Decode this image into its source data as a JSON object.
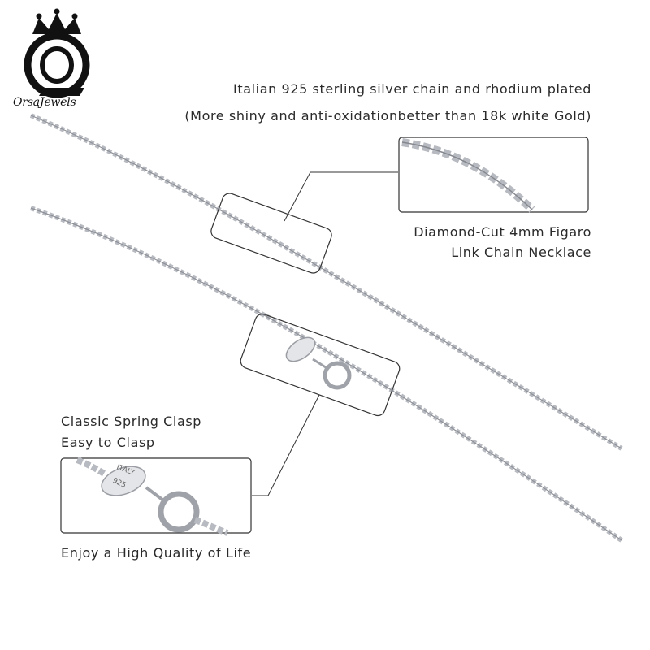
{
  "brand": {
    "name": "OrsaJewels",
    "logo_icon": "crown-o-logo-icon"
  },
  "headline": {
    "line1": "Italian 925 sterling silver chain and rhodium plated",
    "line2": "(More shiny and anti-oxidationbetter than 18k white Gold)"
  },
  "callouts": {
    "figaro": {
      "line1": "Diamond-Cut 4mm Figaro",
      "line2": "Link Chain Necklace"
    },
    "clasp": {
      "line1": "Classic Spring Clasp",
      "line2": "Easy to Clasp"
    },
    "tagline": "Enjoy a High Quality of Life"
  },
  "clasp_tag_text": {
    "line1": "ITALY",
    "line2": "925"
  },
  "colors": {
    "chain": "#b9bcc2",
    "chain_dark": "#7d8087",
    "frame": "#333333",
    "text": "#2a2a2a"
  }
}
